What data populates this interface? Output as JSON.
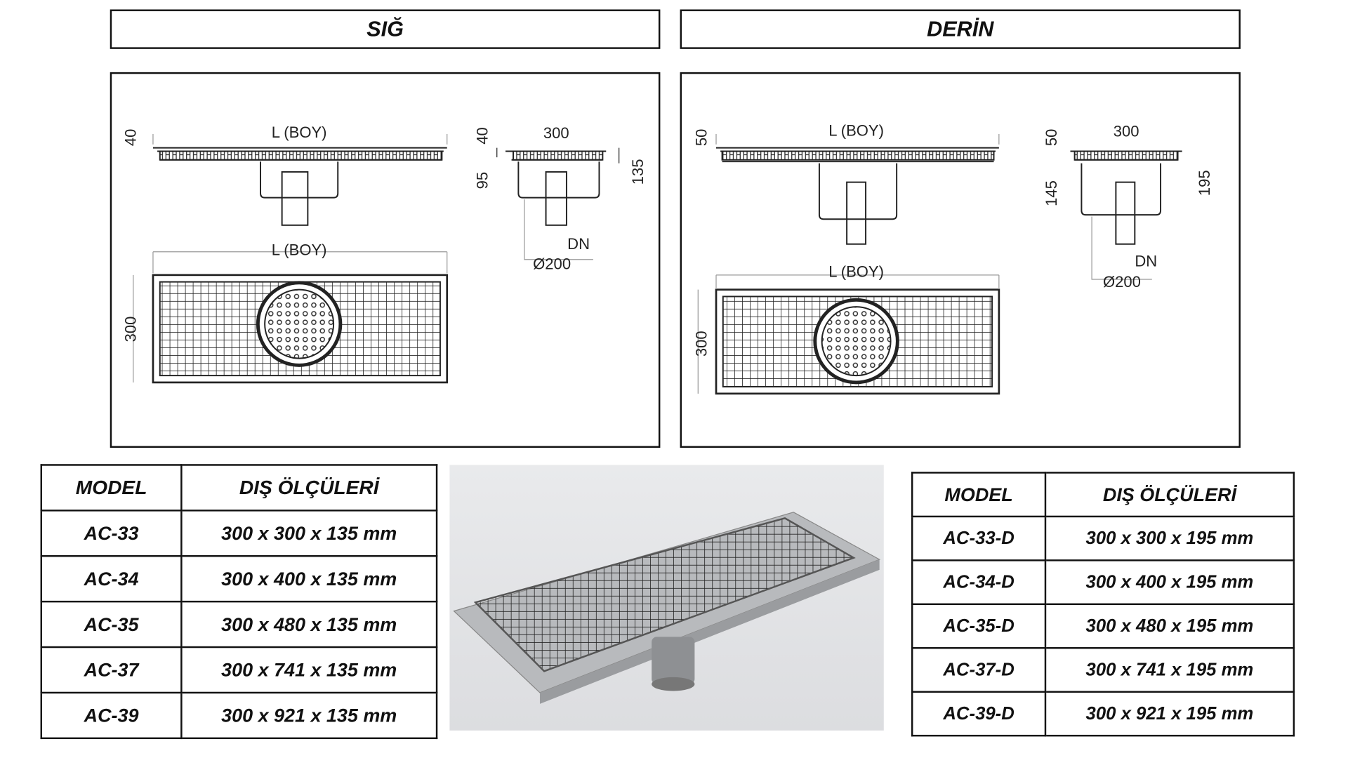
{
  "headers": {
    "shallow": "SIĞ",
    "deep": "DERİN"
  },
  "drawings": {
    "shallow": {
      "length_label": "L (BOY)",
      "top_height": "40",
      "width": "300",
      "body_height": "95",
      "total_height": "135",
      "dn": "DN",
      "diameter": "Ø200",
      "plan_width": "300"
    },
    "deep": {
      "length_label": "L (BOY)",
      "top_height": "50",
      "width": "300",
      "body_height": "145",
      "total_height": "195",
      "dn": "DN",
      "diameter": "Ø200",
      "plan_width": "300"
    }
  },
  "tables": {
    "shallow": {
      "headers": [
        "MODEL",
        "DIŞ ÖLÇÜLERİ"
      ],
      "rows": [
        [
          "AC-33",
          "300 x 300 x 135 mm"
        ],
        [
          "AC-34",
          "300 x 400 x 135 mm"
        ],
        [
          "AC-35",
          "300 x 480 x 135 mm"
        ],
        [
          "AC-37",
          "300 x 741 x 135 mm"
        ],
        [
          "AC-39",
          "300 x 921 x 135 mm"
        ]
      ]
    },
    "deep": {
      "headers": [
        "MODEL",
        "DIŞ ÖLÇÜLERİ"
      ],
      "rows": [
        [
          "AC-33-D",
          "300 x 300 x 195 mm"
        ],
        [
          "AC-34-D",
          "300 x 400 x 195 mm"
        ],
        [
          "AC-35-D",
          "300 x 480 x 195 mm"
        ],
        [
          "AC-37-D",
          "300 x 741 x 195 mm"
        ],
        [
          "AC-39-D",
          "300 x 921 x 195 mm"
        ]
      ]
    }
  },
  "colors": {
    "line": "#111111",
    "photo_bg": "#e2e3e6"
  }
}
